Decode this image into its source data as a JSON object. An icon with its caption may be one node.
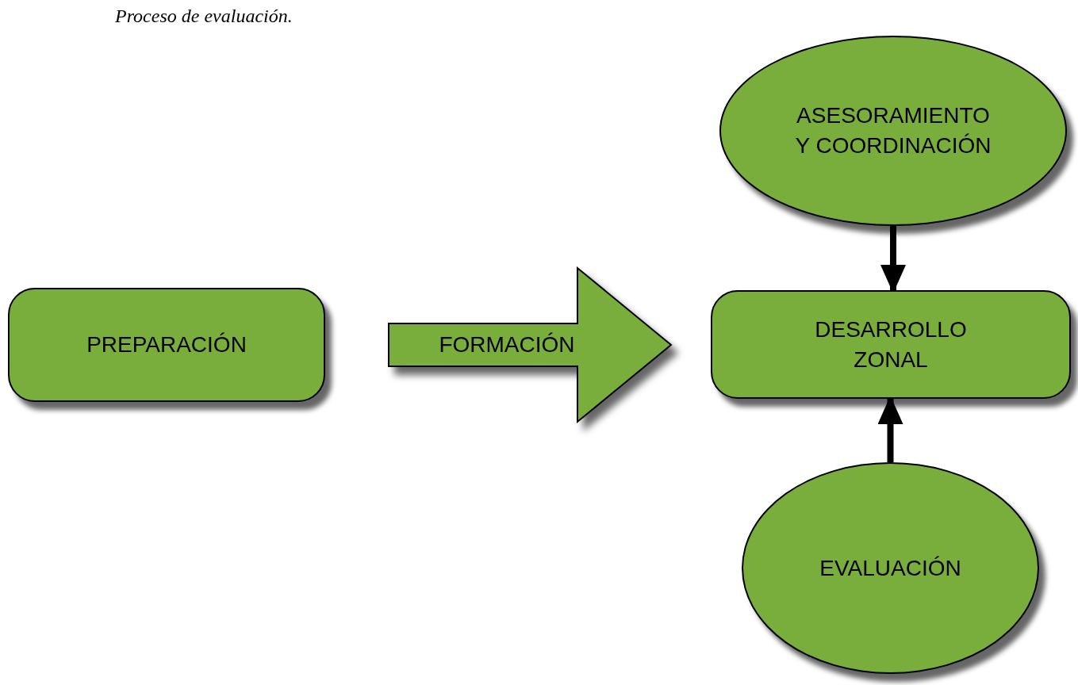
{
  "diagram": {
    "title": "Proceso de evaluación.",
    "nodes": [
      {
        "text": [
          "ASESORAMIENTO Y COORDINACIÓN"
        ]
      },
      {
        "text": [
          "PREPARACIÓN"
        ]
      },
      {
        "text": [
          "DESARROLLO ZONAL"
        ]
      },
      {
        "text": [
          "EVALUACIÓN"
        ]
      }
    ],
    "edges": [
      {
        "from": 1,
        "to": 2,
        "arrow": "to",
        "label": "FORMACIÓN",
        "style": "thick"
      },
      {
        "from": 0,
        "to": 2,
        "arrow": "to"
      },
      {
        "from": 3,
        "to": 2,
        "arrow": "to"
      }
    ]
  }
}
